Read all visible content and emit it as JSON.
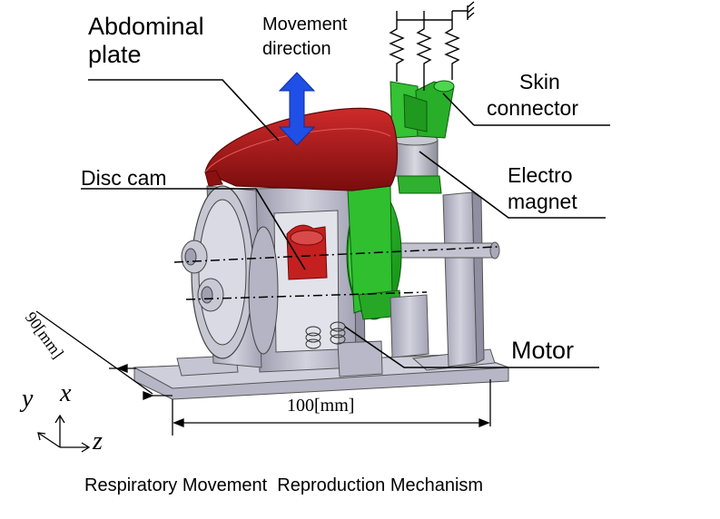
{
  "labels": {
    "abdominal_plate_1": "Abdominal",
    "abdominal_plate_2": "plate",
    "movement_direction_1": "Movement",
    "movement_direction_2": "direction",
    "skin_connector_1": "Skin",
    "skin_connector_2": "connector",
    "disc_cam": "Disc cam",
    "electromagnet_1": "Electro",
    "electromagnet_2": "magnet",
    "motor": "Motor"
  },
  "dimensions": {
    "depth": "90[mm]",
    "width": "100[mm]"
  },
  "axes": {
    "y": "y",
    "x": "x",
    "z": "z"
  },
  "caption": "Respiratory Movement  Reproduction Mechanism",
  "colors": {
    "plate_red": "#b01515",
    "connector_green": "#22b022",
    "arrow_blue": "#1f4fe6",
    "metal_gray": "#b9b9c9"
  }
}
